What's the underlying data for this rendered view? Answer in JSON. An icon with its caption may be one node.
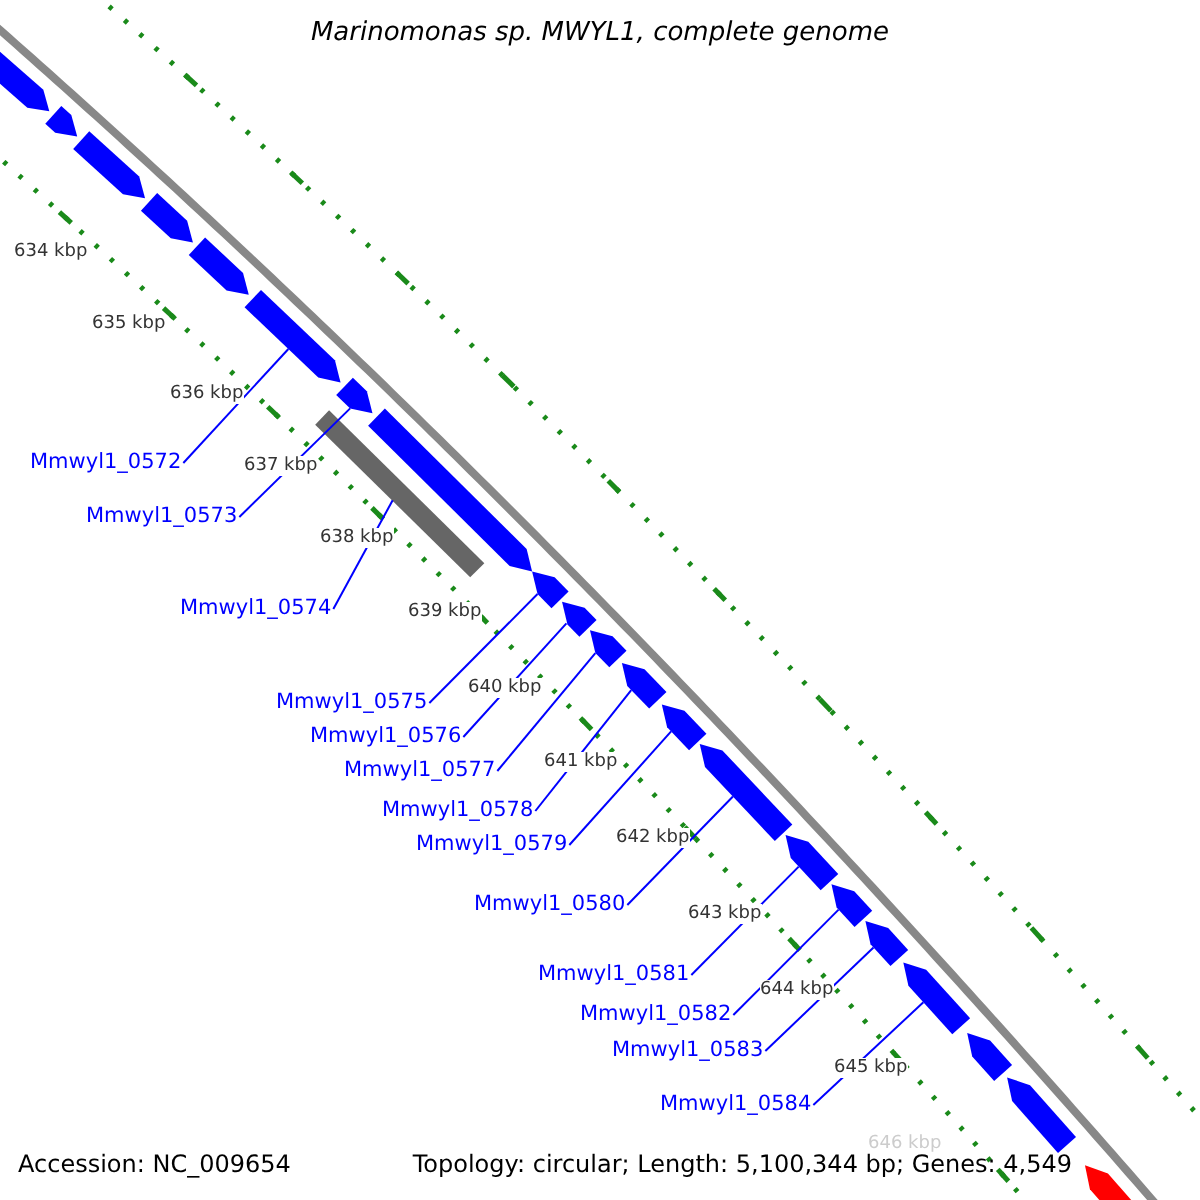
{
  "diagram": {
    "title": "Marinomonas sp. MWYL1, complete genome",
    "nodes": [
      {
        "text": [
          "Mmwyl1_0572"
        ]
      },
      {
        "text": [
          "Mmwyl1_0573"
        ]
      },
      {
        "text": [
          "Mmwyl1_0574"
        ]
      },
      {
        "text": [
          "Mmwyl1_0575"
        ]
      },
      {
        "text": [
          "Mmwyl1_0576"
        ]
      },
      {
        "text": [
          "Mmwyl1_0577"
        ]
      },
      {
        "text": [
          "Mmwyl1_0578"
        ]
      },
      {
        "text": [
          "Mmwyl1_0579"
        ]
      },
      {
        "text": [
          "Mmwyl1_0580"
        ]
      },
      {
        "text": [
          "Mmwyl1_0581"
        ]
      },
      {
        "text": [
          "Mmwyl1_0582"
        ]
      },
      {
        "text": [
          "Mmwyl1_0583"
        ]
      },
      {
        "text": [
          "Mmwyl1_0584"
        ]
      },
      {
        "text": [],
        "shape": "arrow"
      },
      {
        "text": [],
        "shape": "arrow"
      },
      {
        "text": [],
        "shape": "arrow"
      },
      {
        "text": [],
        "shape": "arrow"
      },
      {
        "text": [],
        "shape": "arrow"
      },
      {
        "text": [],
        "shape": "arrow"
      },
      {
        "text": [],
        "shape": "arrow"
      },
      {
        "text": [],
        "shape": "arrow"
      },
      {
        "text": [],
        "shape": "bar"
      },
      {
        "text": [],
        "shape": "arrow"
      },
      {
        "text": [],
        "shape": "arrow"
      },
      {
        "text": [],
        "shape": "arrow"
      },
      {
        "text": [],
        "shape": "arrow"
      },
      {
        "text": [],
        "shape": "arrow"
      },
      {
        "text": [],
        "shape": "arrow"
      },
      {
        "text": [],
        "shape": "arrow"
      },
      {
        "text": [],
        "shape": "arrow"
      },
      {
        "text": [],
        "shape": "arrow"
      },
      {
        "text": [],
        "shape": "arrow"
      },
      {
        "text": [],
        "shape": "arrow"
      },
      {
        "text": [],
        "shape": "arrow"
      },
      {
        "text": [],
        "shape": "arrow"
      }
    ],
    "edges": [
      {
        "from": 0,
        "to": 18,
        "arrow": "none"
      },
      {
        "from": 1,
        "to": 19,
        "arrow": "none"
      },
      {
        "from": 2,
        "to": 21,
        "arrow": "none"
      },
      {
        "from": 3,
        "to": 22,
        "arrow": "none"
      },
      {
        "from": 4,
        "to": 23,
        "arrow": "none"
      },
      {
        "from": 5,
        "to": 24,
        "arrow": "none"
      },
      {
        "from": 6,
        "to": 25,
        "arrow": "none"
      },
      {
        "from": 7,
        "to": 26,
        "arrow": "none"
      },
      {
        "from": 8,
        "to": 27,
        "arrow": "none"
      },
      {
        "from": 9,
        "to": 28,
        "arrow": "none"
      },
      {
        "from": 10,
        "to": 29,
        "arrow": "none"
      },
      {
        "from": 11,
        "to": 30,
        "arrow": "none"
      },
      {
        "from": 12,
        "to": 31,
        "arrow": "none"
      }
    ],
    "labels": [
      "634 kbp",
      "635 kbp",
      "636 kbp",
      "637 kbp",
      "638 kbp",
      "639 kbp",
      "640 kbp",
      "641 kbp",
      "642 kbp",
      "643 kbp",
      "644 kbp",
      "645 kbp",
      "646 kbp",
      "Accession: NC_009654",
      "Topology: circular; Length: 5,100,344 bp; Genes: 4,549"
    ]
  }
}
